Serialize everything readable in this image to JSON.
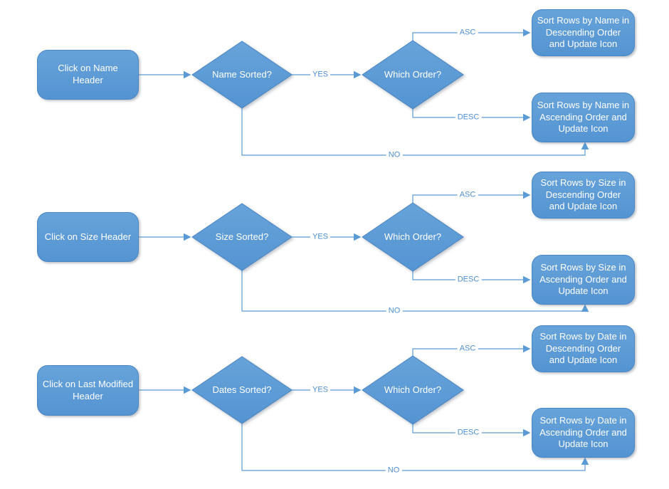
{
  "diagram": {
    "background": "#ffffff",
    "colors": {
      "node_fill": "#5b9bd5",
      "node_border": "#4a86c2",
      "node_text": "#ffffff",
      "connector": "#5b9bd5",
      "edge_label_text": "#4d8fd1"
    },
    "flows": [
      {
        "start": "Click on Name\nHeader",
        "decision_sorted": "Name Sorted?",
        "decision_order": "Which Order?",
        "result_asc": "Sort Rows by Name in\nDescending Order\nand Update Icon",
        "result_desc": "Sort Rows by Name in\nAscending Order and\nUpdate Icon",
        "label_yes": "YES",
        "label_no": "NO",
        "label_asc": "ASC",
        "label_desc": "DESC"
      },
      {
        "start": "Click on Size Header",
        "decision_sorted": "Size Sorted?",
        "decision_order": "Which Order?",
        "result_asc": "Sort Rows by Size in\nDescending Order\nand Update Icon",
        "result_desc": "Sort Rows by Size in\nAscending Order and\nUpdate Icon",
        "label_yes": "YES",
        "label_no": "NO",
        "label_asc": "ASC",
        "label_desc": "DESC"
      },
      {
        "start": "Click on Last Modified\nHeader",
        "decision_sorted": "Dates Sorted?",
        "decision_order": "Which Order?",
        "result_asc": "Sort Rows by Date in\nDescending Order\nand Update Icon",
        "result_desc": "Sort Rows by Date in\nAscending Order and\nUpdate Icon",
        "label_yes": "YES",
        "label_no": "NO",
        "label_asc": "ASC",
        "label_desc": "DESC"
      }
    ]
  }
}
